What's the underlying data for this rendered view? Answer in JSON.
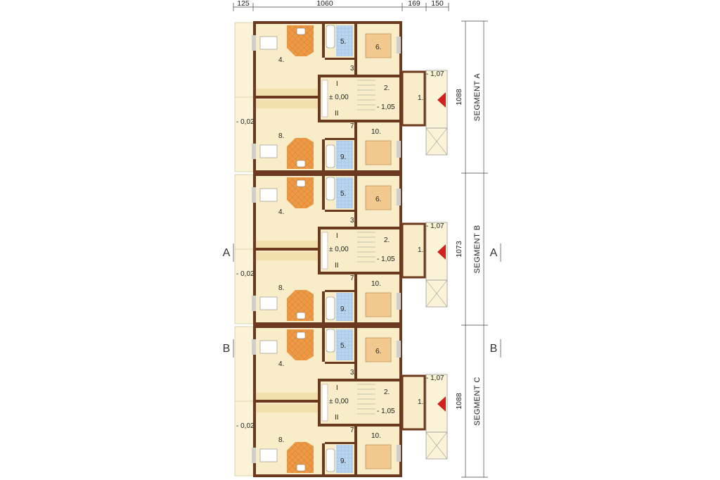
{
  "top_dimensions": [
    "125",
    "1060",
    "169",
    "150"
  ],
  "section_markers": {
    "a": "A",
    "b": "B"
  },
  "segments": [
    {
      "name": "SEGMENT A",
      "length": "1088",
      "levels": {
        "entry": "- 1,07",
        "floor": "± 0,00",
        "landing": "- 1,05",
        "terrace": "- 0,02"
      },
      "stair_labels": [
        "I",
        "II"
      ],
      "rooms": [
        "1.",
        "2.",
        "3.",
        "4.",
        "5.",
        "6.",
        "7.",
        "8.",
        "9.",
        "10."
      ]
    },
    {
      "name": "SEGMENT B",
      "length": "1073",
      "levels": {
        "entry": "- 1,07",
        "floor": "± 0,00",
        "landing": "- 1,05",
        "terrace": "- 0,02"
      },
      "stair_labels": [
        "I",
        "II"
      ],
      "rooms": [
        "1.",
        "2.",
        "3.",
        "4.",
        "5.",
        "6.",
        "7.",
        "8.",
        "9.",
        "10."
      ]
    },
    {
      "name": "SEGMENT C",
      "length": "1088",
      "levels": {
        "entry": "- 1,07",
        "floor": "± 0,00",
        "landing": "- 1,05",
        "terrace": "- 0,02"
      },
      "stair_labels": [
        "I",
        "II"
      ],
      "rooms": [
        "1.",
        "2.",
        "3.",
        "4.",
        "5.",
        "6.",
        "7.",
        "8.",
        "9.",
        "10."
      ]
    }
  ],
  "colors": {
    "wall": "#6b3a1e",
    "floor": "#f8edc8",
    "floor_dark": "#f1e0ab",
    "bath": "#b9d4ee",
    "orange": "#e9892e",
    "orange_light": "#f3b777",
    "bed": "#f1c98e",
    "window": "#cfcfcf",
    "arrow": "#d42020",
    "terrace": "#fbf3d8"
  }
}
